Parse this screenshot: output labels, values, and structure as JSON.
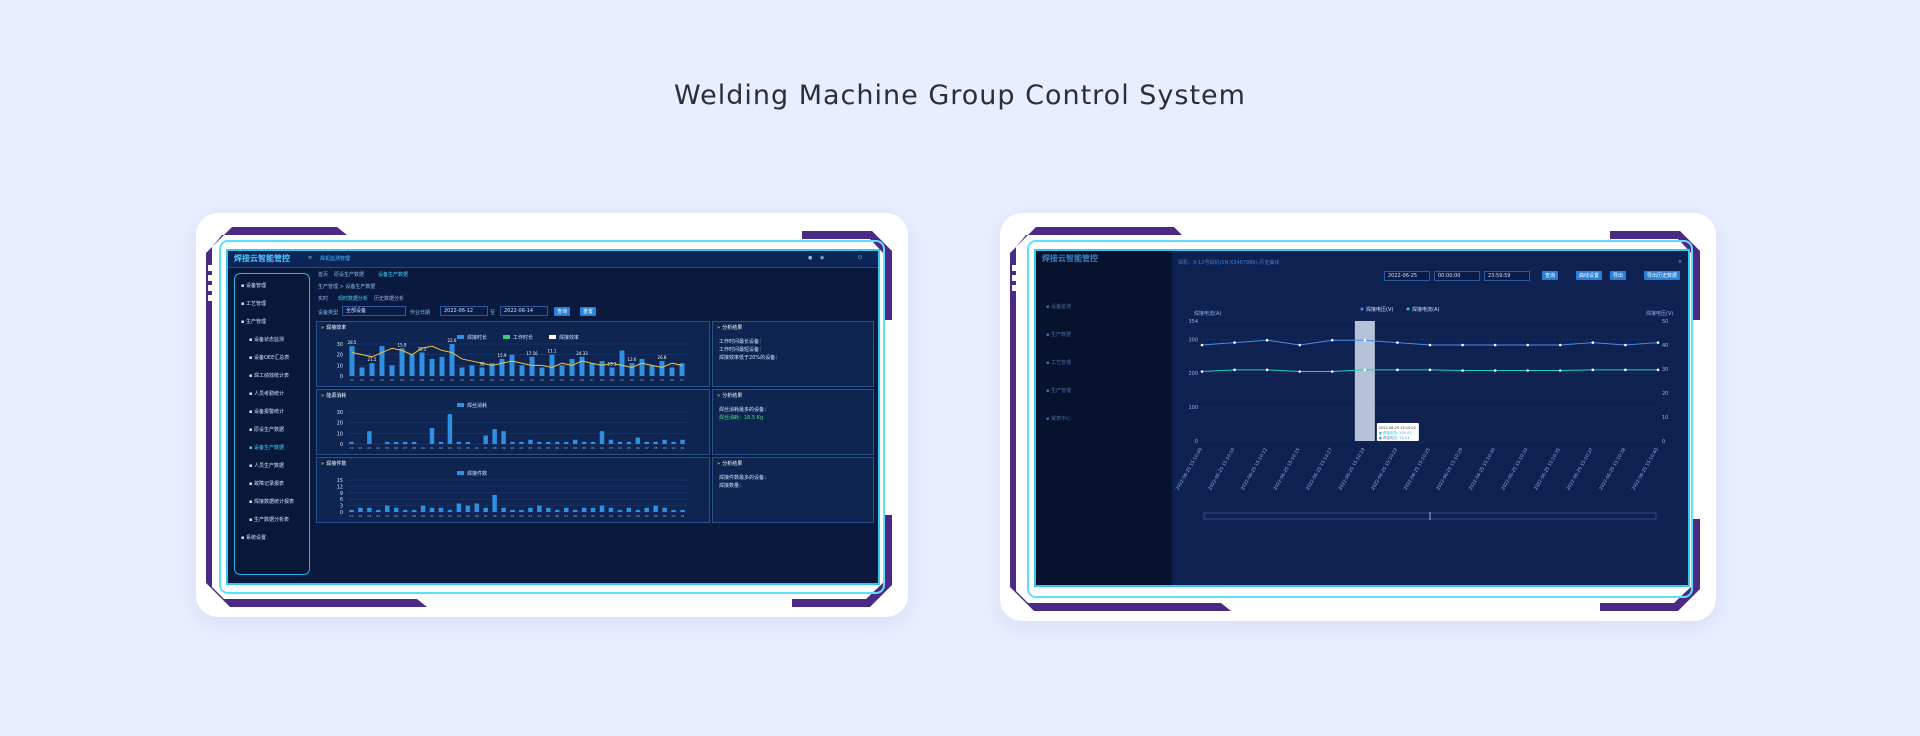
{
  "page": {
    "title": "Welding Machine Group Control System"
  },
  "colors": {
    "background": "#e9eeff",
    "screen": "#0a1a3e",
    "accent_cyan": "#35c8ef",
    "frame_purple": "#4b2a86",
    "bar_blue": "#2f8fe0",
    "line_yellow": "#f5c23a",
    "green_text": "#43e36d"
  },
  "left_screen": {
    "logo": "焊接云智能管控",
    "app_tab": "焊机监测管理",
    "tabs": [
      "首页",
      "原设生产数据",
      "设备生产数据"
    ],
    "breadcrumb": "生产管理 > 设备生产数据",
    "sub_tabs": [
      "实时",
      "现时数据分析",
      "历史数据分析"
    ],
    "filter": {
      "label": "设备类型",
      "select_value": "全部设备",
      "date_label": "作业日期",
      "start": "2022-06-12",
      "sep": "至",
      "end": "2022-06-14",
      "query": "查询",
      "reset": "重置"
    },
    "sidebar": [
      {
        "label": "设备管理",
        "icon": "device-icon"
      },
      {
        "label": "工艺管理",
        "icon": "process-icon"
      },
      {
        "label": "生产管理",
        "icon": "production-icon"
      },
      {
        "label": "设备状态监测",
        "icon": "monitor-icon"
      },
      {
        "label": "设备OEE汇总表",
        "icon": "chart-icon"
      },
      {
        "label": "焊工绩效统计表",
        "icon": "list-icon"
      },
      {
        "label": "人员考勤统计",
        "icon": "user-icon"
      },
      {
        "label": "设备报警统计",
        "icon": "alarm-icon"
      },
      {
        "label": "原设生产数据",
        "icon": "data-icon"
      },
      {
        "label": "设备生产数据",
        "icon": "data-icon",
        "active": true
      },
      {
        "label": "人员生产数据",
        "icon": "user-icon"
      },
      {
        "label": "故障记录报表",
        "icon": "fault-icon"
      },
      {
        "label": "焊接数据统计报表",
        "icon": "report-icon"
      },
      {
        "label": "生产数据分析表",
        "icon": "analysis-icon"
      },
      {
        "label": "系统设置",
        "icon": "gear-icon"
      }
    ],
    "panels": [
      {
        "title": "焊接效率",
        "legend": [
          "焊接时长",
          "工作时长",
          "焊接效率"
        ]
      },
      {
        "title": "能源消耗",
        "legend": [
          "焊丝消耗"
        ]
      },
      {
        "title": "焊接件数",
        "legend": [
          "焊接件数"
        ]
      }
    ],
    "stats": [
      {
        "title": "分析结果",
        "lines": [
          "工作时间最长设备：",
          "工作时间最短设备：",
          "焊接效率低于20%的设备："
        ]
      },
      {
        "title": "分析结果",
        "lines": [
          "焊丝消耗最多的设备：",
          "焊丝消耗：18.5 Kg"
        ]
      },
      {
        "title": "分析结果",
        "lines": [
          "焊接件数最多的设备：",
          "焊接数量："
        ]
      }
    ],
    "chart1_values": [
      28,
      8,
      12,
      28,
      10,
      26,
      20,
      22,
      16,
      18,
      30,
      8,
      10,
      8,
      12,
      16,
      20,
      10,
      18,
      8,
      20,
      10,
      16,
      18,
      12,
      14,
      8,
      24,
      12,
      16,
      10,
      14,
      8,
      12
    ],
    "chart1_line": [
      22,
      20,
      18,
      22,
      26,
      24,
      20,
      26,
      28,
      24,
      22,
      16,
      14,
      12,
      10,
      12,
      14,
      12,
      10,
      10,
      8,
      12,
      10,
      14,
      12,
      10,
      12,
      10,
      8,
      12,
      10,
      8,
      12,
      10
    ],
    "chart2_values": [
      2,
      0,
      12,
      0,
      2,
      2,
      2,
      2,
      0,
      15,
      2,
      28,
      2,
      2,
      0,
      8,
      14,
      12,
      2,
      2,
      4,
      2,
      2,
      2,
      2,
      4,
      2,
      2,
      12,
      4,
      2,
      2,
      6,
      2,
      2,
      4,
      2,
      4
    ],
    "chart3_values": [
      1,
      2,
      2,
      1,
      3,
      2,
      1,
      1,
      3,
      2,
      2,
      1,
      4,
      3,
      4,
      2,
      8,
      2,
      1,
      1,
      2,
      3,
      2,
      1,
      2,
      1,
      2,
      2,
      3,
      2,
      1,
      2,
      1,
      2,
      3,
      2,
      1,
      1
    ],
    "bar_labels_1": [
      "28.5",
      "21.5",
      "15.9",
      "25.2",
      "22.6",
      "30",
      "15.9",
      "17.16",
      "11.1",
      "24.33",
      "10.1",
      "12.6",
      "26.8"
    ],
    "y_ticks_1": [
      "30",
      "20",
      "10",
      "0"
    ],
    "y_ticks_2": [
      "30",
      "20",
      "10",
      "0"
    ],
    "y_ticks_3": [
      "15",
      "12",
      "9",
      "6",
      "3",
      "0"
    ]
  },
  "right_screen": {
    "logo": "焊接云智能管控",
    "breadcrumb": "焊机：X-12号焊机(SN:X3467986)-历史曲线",
    "controls": [
      "2022-06-25",
      "00:00:00",
      "23:59:59",
      "查询",
      "曲线设置",
      "导出",
      "导出历史数据"
    ],
    "legend": [
      "焊接电压(V)",
      "焊接电流(A)"
    ],
    "left_axis_title": "焊接电流(A)",
    "right_axis_title": "焊接电压(V)",
    "left_ticks": [
      "354",
      "300",
      "200",
      "100",
      "0"
    ],
    "right_ticks": [
      "50",
      "40",
      "30",
      "20",
      "10",
      "0"
    ],
    "tooltip": {
      "time": "2022-06-25 15:10:22",
      "line1": "● 焊接电流: 200.02",
      "line2": "● 焊接电压: 20.01"
    },
    "x_labels": [
      "2022-06-25 15:10:09",
      "2022-06-25 15:10:10",
      "2022-06-25 15:10:12",
      "2022-06-25 15:10:15",
      "2022-06-25 15:10:17",
      "2022-06-25 15:10:19",
      "2022-06-25 15:10:22",
      "2022-06-25 15:10:25",
      "2022-06-25 15:10:29",
      "2022-06-25 15:10:30",
      "2022-06-25 15:10:33",
      "2022-06-25 15:10:35",
      "2022-06-25 15:10:37",
      "2022-06-25 15:10:38",
      "2022-06-25 15:10:40"
    ],
    "current_values": [
      205,
      210,
      210,
      205,
      205,
      210,
      210,
      210,
      208,
      208,
      208,
      208,
      210,
      210,
      210
    ],
    "voltage_values": [
      40,
      41,
      42,
      40,
      42,
      42,
      41,
      40,
      40,
      40,
      40,
      40,
      41,
      40,
      41
    ],
    "sidebar": [
      "设备监测",
      "生产数据",
      "工艺管理",
      "生产管理",
      "报表中心"
    ]
  }
}
